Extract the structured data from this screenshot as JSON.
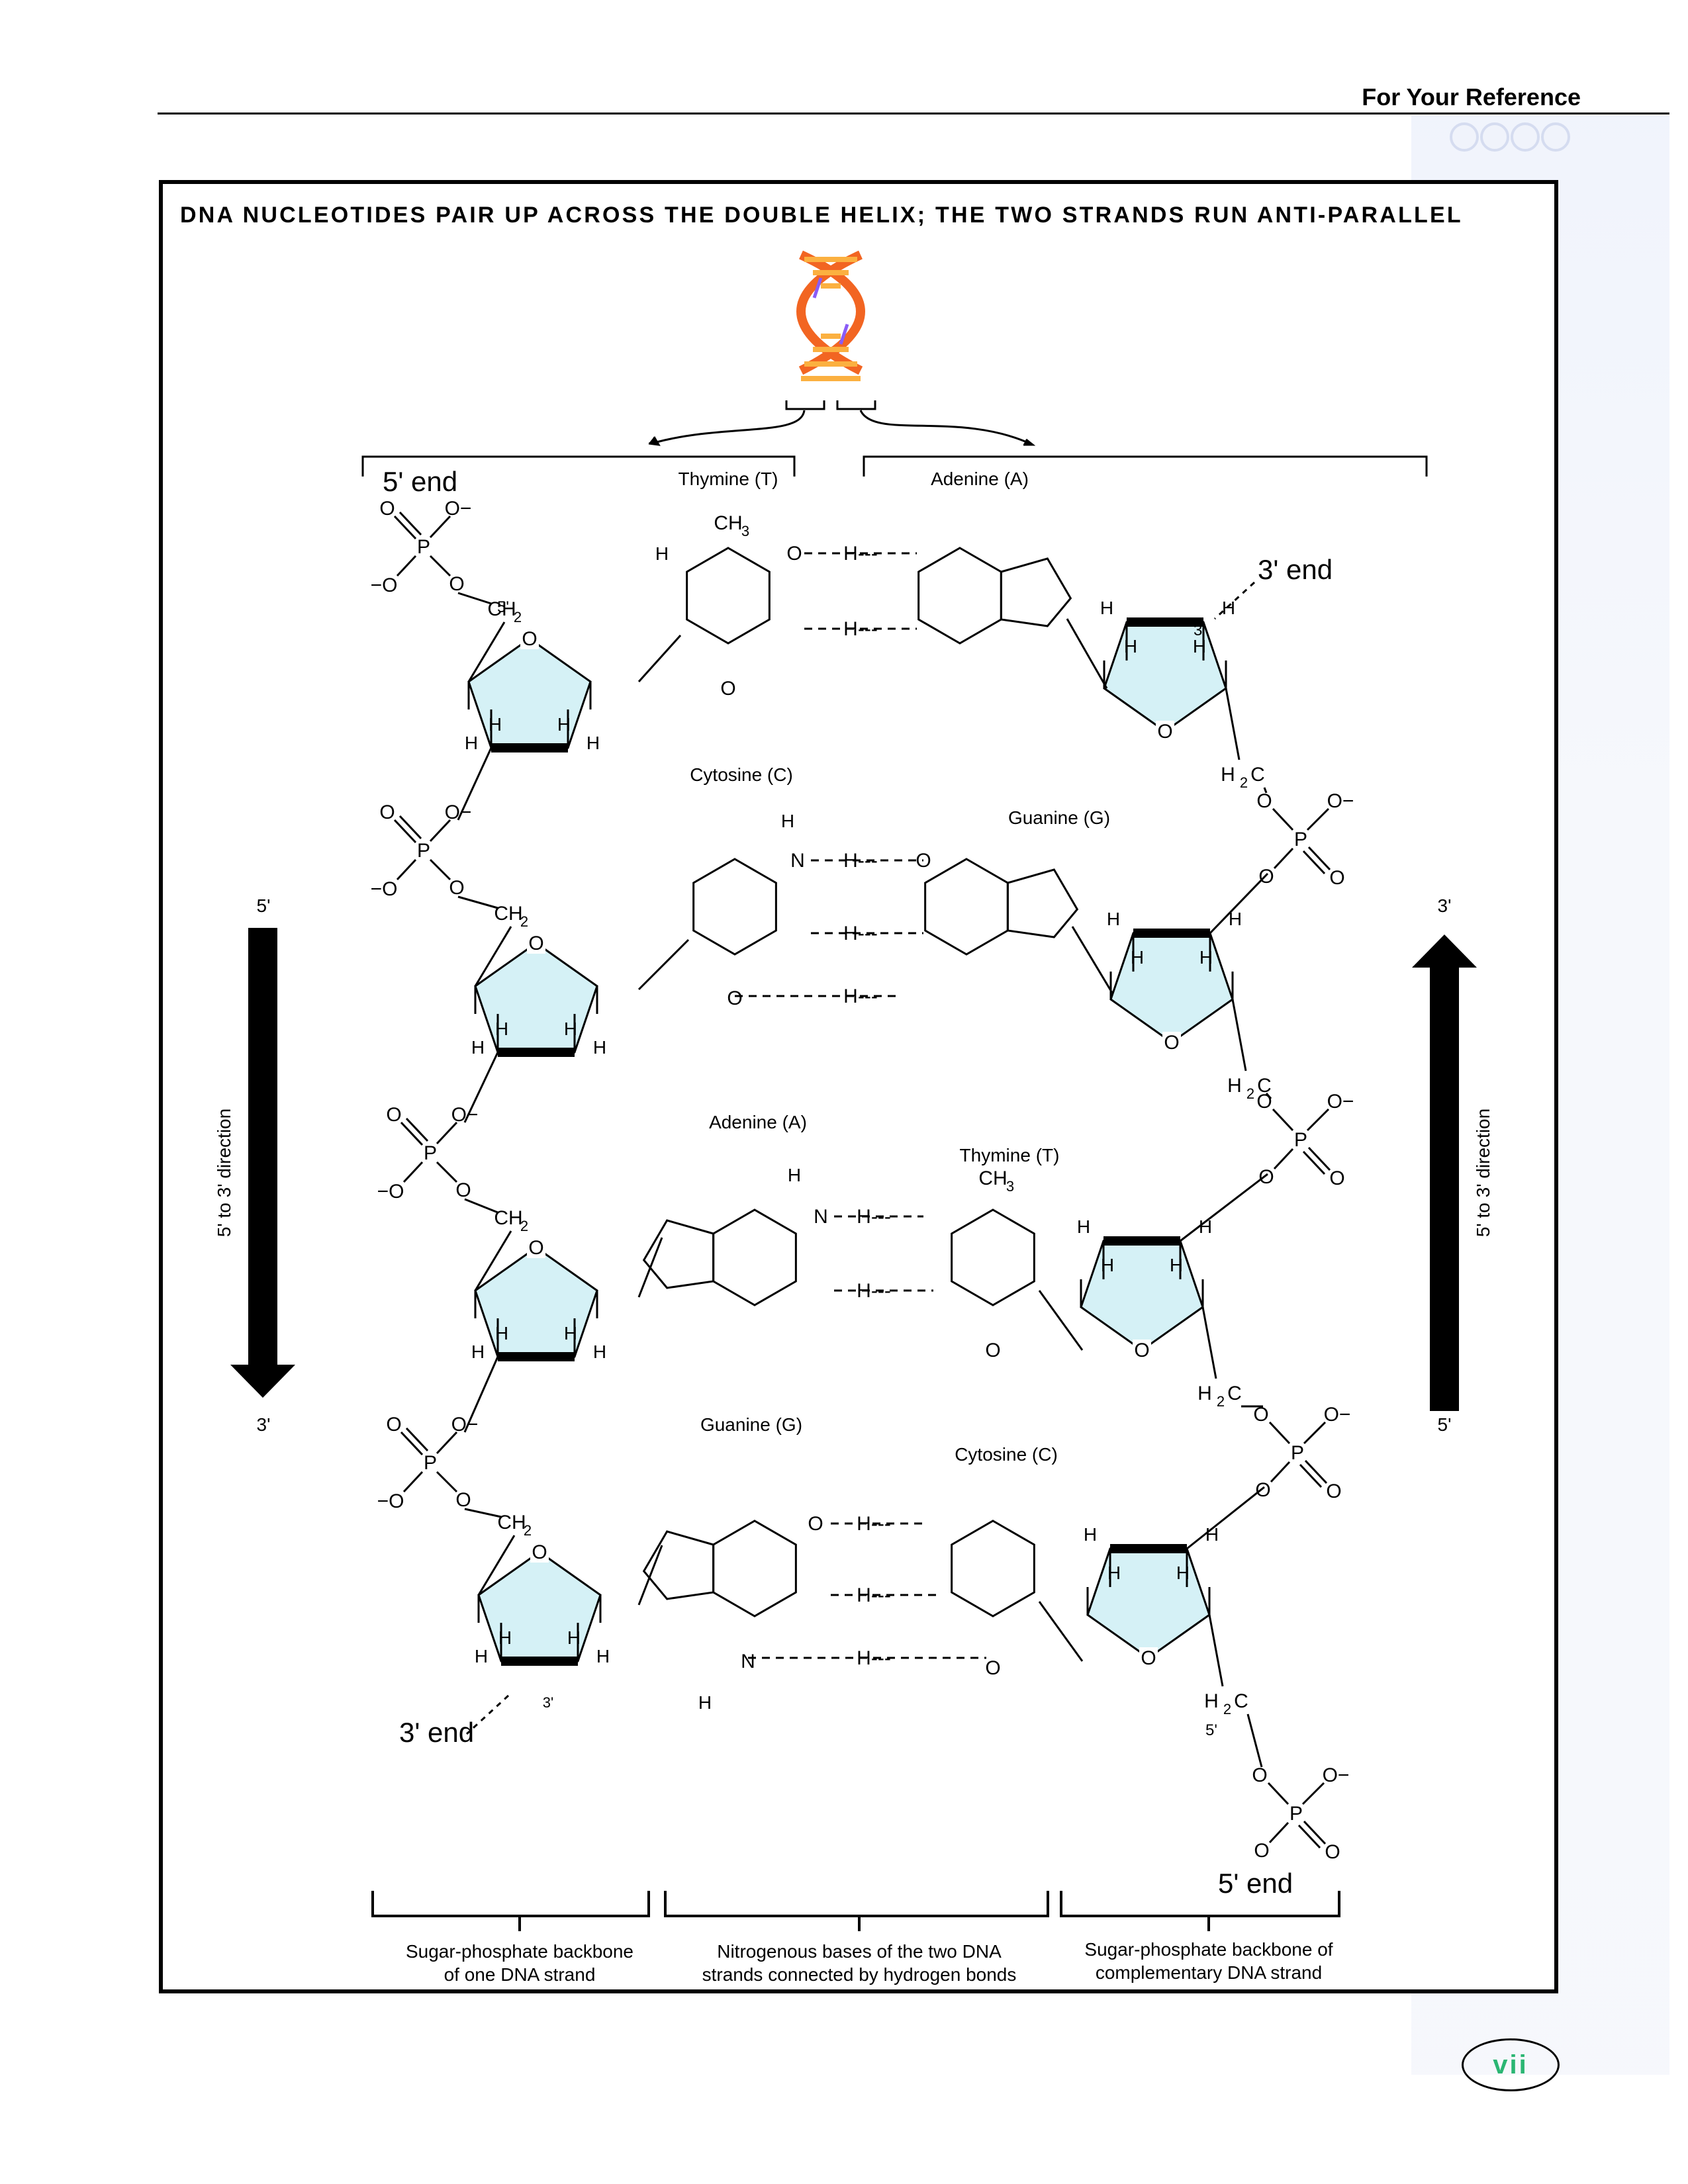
{
  "header": {
    "title": "For Your Reference"
  },
  "figure": {
    "title": "DNA NUCLEOTIDES PAIR UP ACROSS THE DOUBLE HELIX; THE TWO STRANDS RUN ANTI-PARALLEL",
    "end_5_top": "5' end",
    "end_3_top": "3' end",
    "end_3_bottom": "3' end",
    "end_5_bottom": "5' end",
    "left_arrow": {
      "label": "5' to 3' direction",
      "top": "5'",
      "bottom": "3'"
    },
    "right_arrow": {
      "label": "5' to 3' direction",
      "top": "3'",
      "bottom": "5'"
    },
    "pairs": [
      {
        "left": "Thymine (T)",
        "right": "Adenine (A)"
      },
      {
        "left": "Cytosine (C)",
        "right": "Guanine (G)"
      },
      {
        "left": "Adenine (A)",
        "right": "Thymine (T)"
      },
      {
        "left": "Guanine (G)",
        "right": "Cytosine (C)"
      }
    ],
    "captions": {
      "left_line1": "Sugar-phosphate backbone",
      "left_line2": "of one DNA strand",
      "middle_line1": "Nitrogenous bases of the two DNA",
      "middle_line2": "strands connected by hydrogen bonds",
      "right_line1": "Sugar-phosphate backbone of",
      "right_line2": "complementary DNA strand"
    },
    "atoms": {
      "O": "O",
      "P": "P",
      "N": "N",
      "H": "H",
      "C": "C",
      "O_minus": "O−",
      "minus_O": "−O",
      "CH3": "CH",
      "sub3": "3",
      "CH2": "CH",
      "sub2": "2",
      "H2": "H",
      "HHdash": "H---",
      "prime5": "5'",
      "prime3": "3'"
    }
  },
  "colors": {
    "sugar_fill": "#d5f1f6",
    "page_number": "#2bb673"
  },
  "page_number": "vii"
}
